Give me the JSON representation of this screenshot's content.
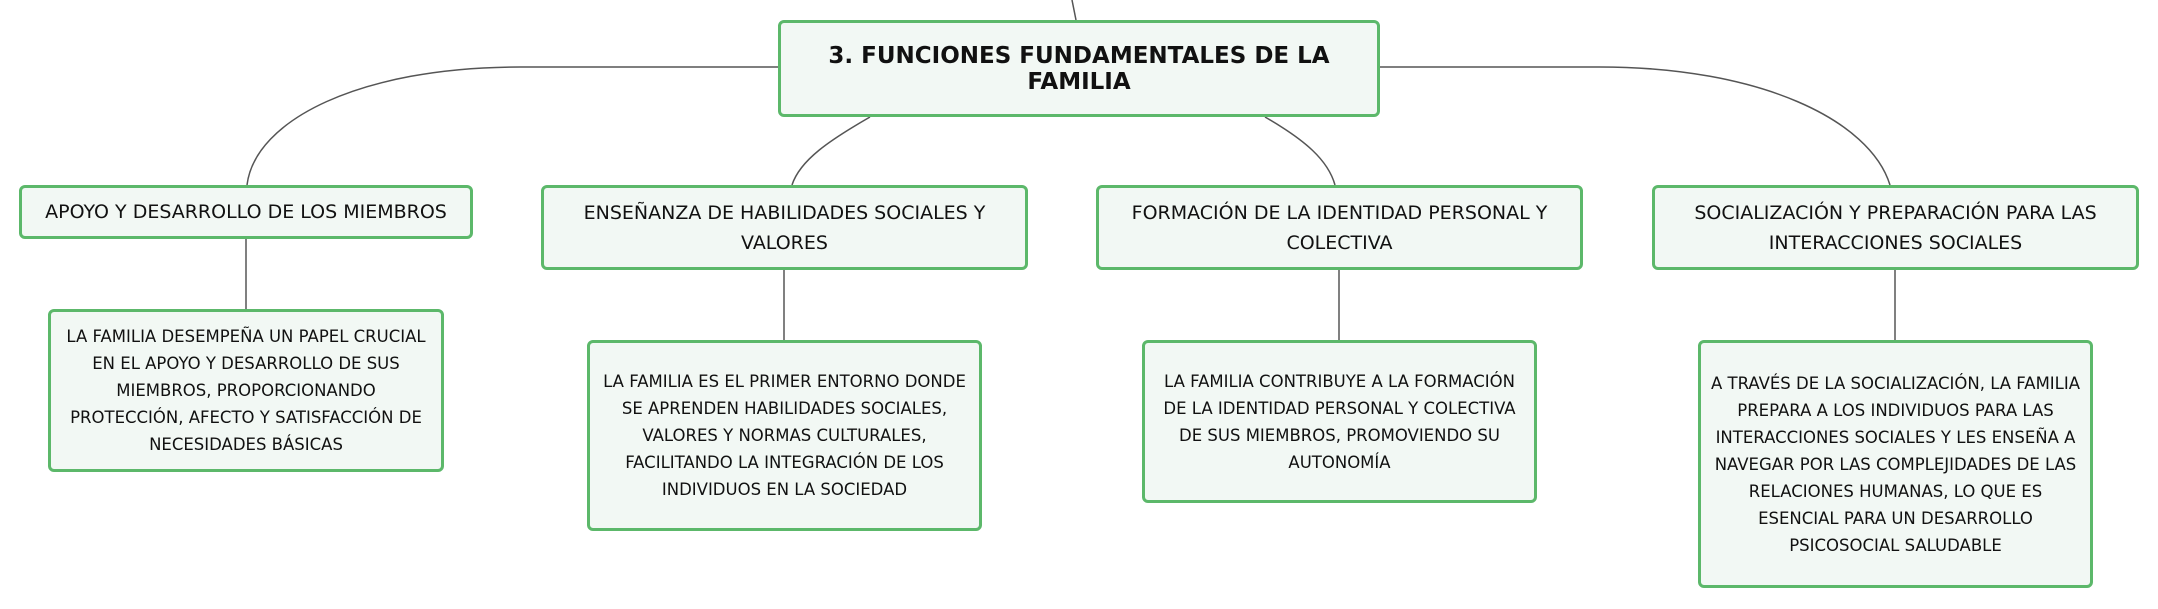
{
  "colors": {
    "node_border": "#5cb86a",
    "node_fill": "#f2f8f4",
    "connector": "#555555",
    "text": "#111111"
  },
  "root": {
    "title": "3. FUNCIONES FUNDAMENTALES DE LA FAMILIA"
  },
  "branches": [
    {
      "title": "APOYO Y DESARROLLO DE LOS MIEMBROS",
      "detail": "LA FAMILIA DESEMPEÑA UN PAPEL CRUCIAL EN EL APOYO Y DESARROLLO DE SUS MIEMBROS, PROPORCIONANDO PROTECCIÓN, AFECTO Y SATISFACCIÓN DE NECESIDADES BÁSICAS"
    },
    {
      "title": "ENSEÑANZA DE HABILIDADES SOCIALES Y VALORES",
      "detail": "LA FAMILIA ES EL PRIMER ENTORNO DONDE SE APRENDEN HABILIDADES SOCIALES, VALORES Y NORMAS CULTURALES, FACILITANDO LA INTEGRACIÓN DE LOS INDIVIDUOS EN LA SOCIEDAD"
    },
    {
      "title": "FORMACIÓN DE LA IDENTIDAD PERSONAL Y COLECTIVA",
      "detail": "LA FAMILIA CONTRIBUYE A LA FORMACIÓN DE LA IDENTIDAD PERSONAL Y COLECTIVA DE SUS MIEMBROS, PROMOVIENDO SU AUTONOMÍA"
    },
    {
      "title": "SOCIALIZACIÓN Y PREPARACIÓN PARA LAS INTERACCIONES SOCIALES",
      "detail": "A TRAVÉS DE LA SOCIALIZACIÓN, LA FAMILIA PREPARA A LOS INDIVIDUOS PARA LAS INTERACCIONES SOCIALES Y LES ENSEÑA A NAVEGAR POR LAS COMPLEJIDADES DE LAS RELACIONES HUMANAS, LO QUE ES ESENCIAL PARA UN DESARROLLO PSICOSOCIAL SALUDABLE"
    }
  ]
}
